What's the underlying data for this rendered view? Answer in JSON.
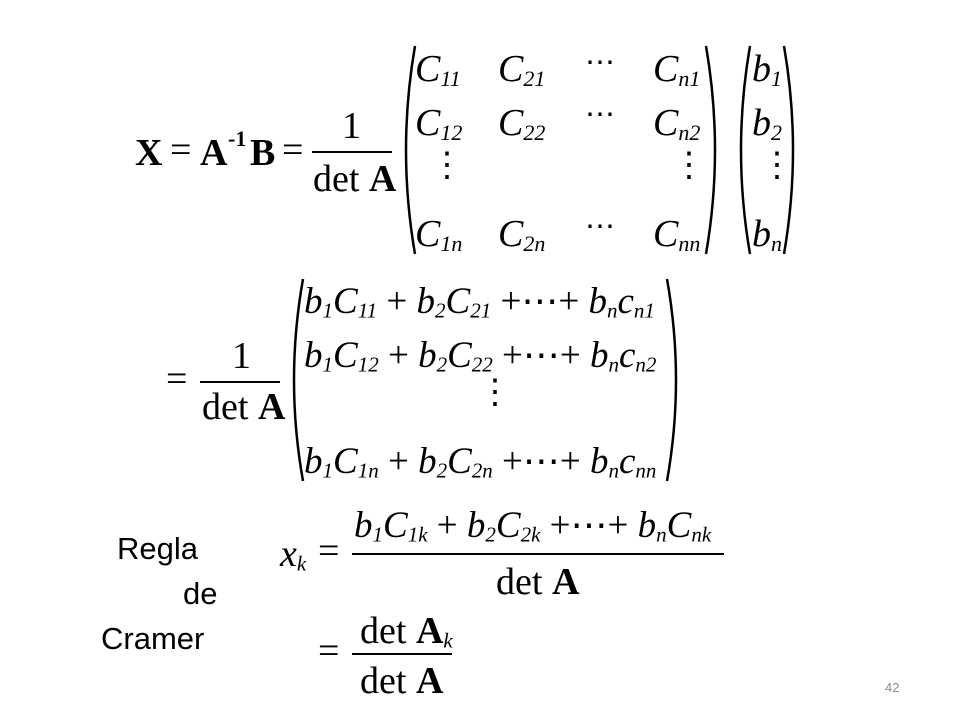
{
  "eq1": {
    "lhs_X": "X",
    "eq_sign": "=",
    "A": "A",
    "inv_sup": "-1",
    "B": "B",
    "frac_num": "1",
    "frac_den_det": "det",
    "frac_den_A": "A",
    "C": "C",
    "b": "b",
    "sub": {
      "c11": "11",
      "c21": "21",
      "cn1": "n1",
      "c12": "12",
      "c22": "22",
      "cn2": "n2",
      "c1n": "1n",
      "c2n": "2n",
      "cnn": "nn",
      "b1": "1",
      "b2": "2",
      "bn": "n"
    },
    "hdots": "⋯",
    "vdots": "⋮"
  },
  "eq2": {
    "eq_sign": "=",
    "frac_num": "1",
    "frac_den_det": "det",
    "frac_den_A": "A",
    "plus": "+",
    "plus_dots": "+⋯+",
    "b": "b",
    "C": "C",
    "c": "c",
    "vdots": "⋮",
    "rows": [
      {
        "b1": "1",
        "c1": "11",
        "b2": "2",
        "c2": "21",
        "bn": "n",
        "cn": "n1"
      },
      {
        "b1": "1",
        "c1": "12",
        "b2": "2",
        "c2": "22",
        "bn": "n",
        "cn": "n2"
      },
      {
        "b1": "1",
        "c1": "1n",
        "b2": "2",
        "c2": "2n",
        "bn": "n",
        "cn": "nn"
      }
    ]
  },
  "cramer": {
    "label_line1": "Regla",
    "label_line2": "de",
    "label_line3": "Cramer",
    "x": "x",
    "x_sub": "k",
    "eq_sign": "=",
    "num": {
      "b": "b",
      "C": "C",
      "b1": "1",
      "c1": "1k",
      "b2": "2",
      "c2": "2k",
      "bn": "n",
      "cn": "nk",
      "plus": "+",
      "plus_dots": "+⋯+"
    },
    "den_det": "det",
    "den_A": "A",
    "frac2_num_det": "det",
    "frac2_num_A": "A",
    "frac2_num_sub": "k",
    "frac2_den_det": "det",
    "frac2_den_A": "A"
  },
  "page_number": "42"
}
